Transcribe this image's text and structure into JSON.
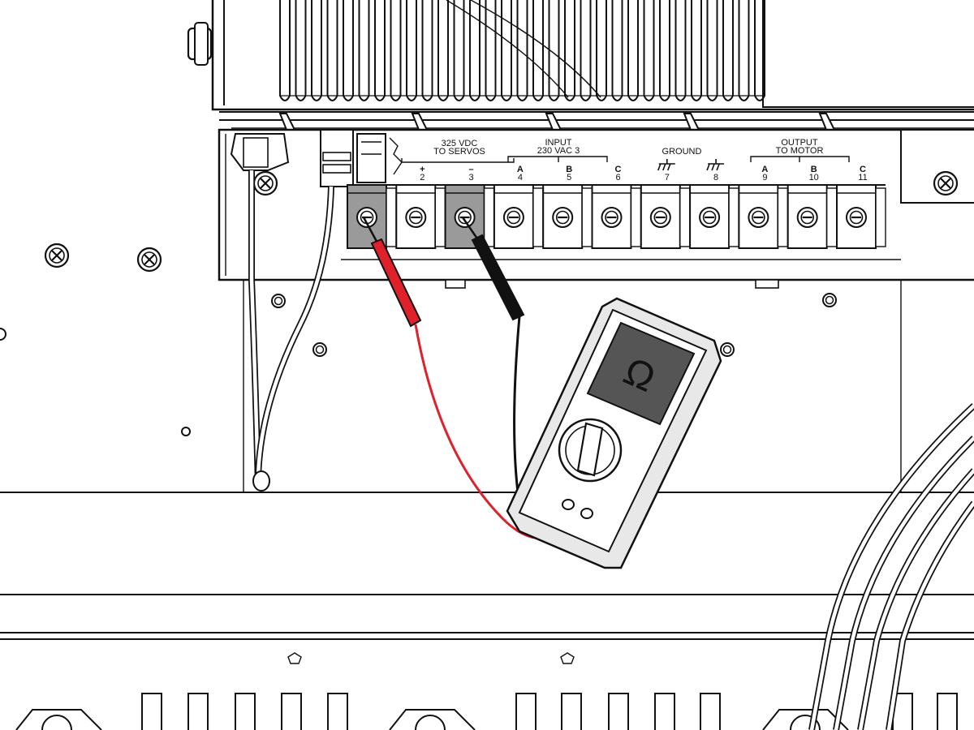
{
  "colors": {
    "line": "#111111",
    "panel_fill": "#ffffff",
    "terminal_highlight": "#9a9a9a",
    "probe_red": "#e0202a",
    "probe_black": "#111111",
    "meter_body": "#e8e8e8",
    "meter_display": "#555555"
  },
  "terminal_block": {
    "groups": [
      {
        "id": "servos",
        "title": [
          "325  VDC",
          "TO SERVOS"
        ]
      },
      {
        "id": "input",
        "title": [
          "INPUT",
          "230  VAC 3"
        ]
      },
      {
        "id": "ground",
        "title": [
          "GROUND"
        ]
      },
      {
        "id": "output",
        "title": [
          "OUTPUT",
          "TO MOTOR"
        ]
      }
    ],
    "terminals": [
      {
        "number": "",
        "label": "",
        "highlighted": true
      },
      {
        "number": "2",
        "label": "+",
        "highlighted": false
      },
      {
        "number": "3",
        "label": "–",
        "highlighted": true
      },
      {
        "number": "4",
        "label": "A",
        "highlighted": false
      },
      {
        "number": "5",
        "label": "B",
        "highlighted": false
      },
      {
        "number": "6",
        "label": "C",
        "highlighted": false
      },
      {
        "number": "7",
        "label": "ground-symbol",
        "highlighted": false
      },
      {
        "number": "8",
        "label": "ground-symbol",
        "highlighted": false
      },
      {
        "number": "9",
        "label": "A",
        "highlighted": false
      },
      {
        "number": "10",
        "label": "B",
        "highlighted": false
      },
      {
        "number": "11",
        "label": "C",
        "highlighted": false
      }
    ]
  },
  "multimeter": {
    "display": "Ω",
    "icon": "ohm-symbol"
  }
}
